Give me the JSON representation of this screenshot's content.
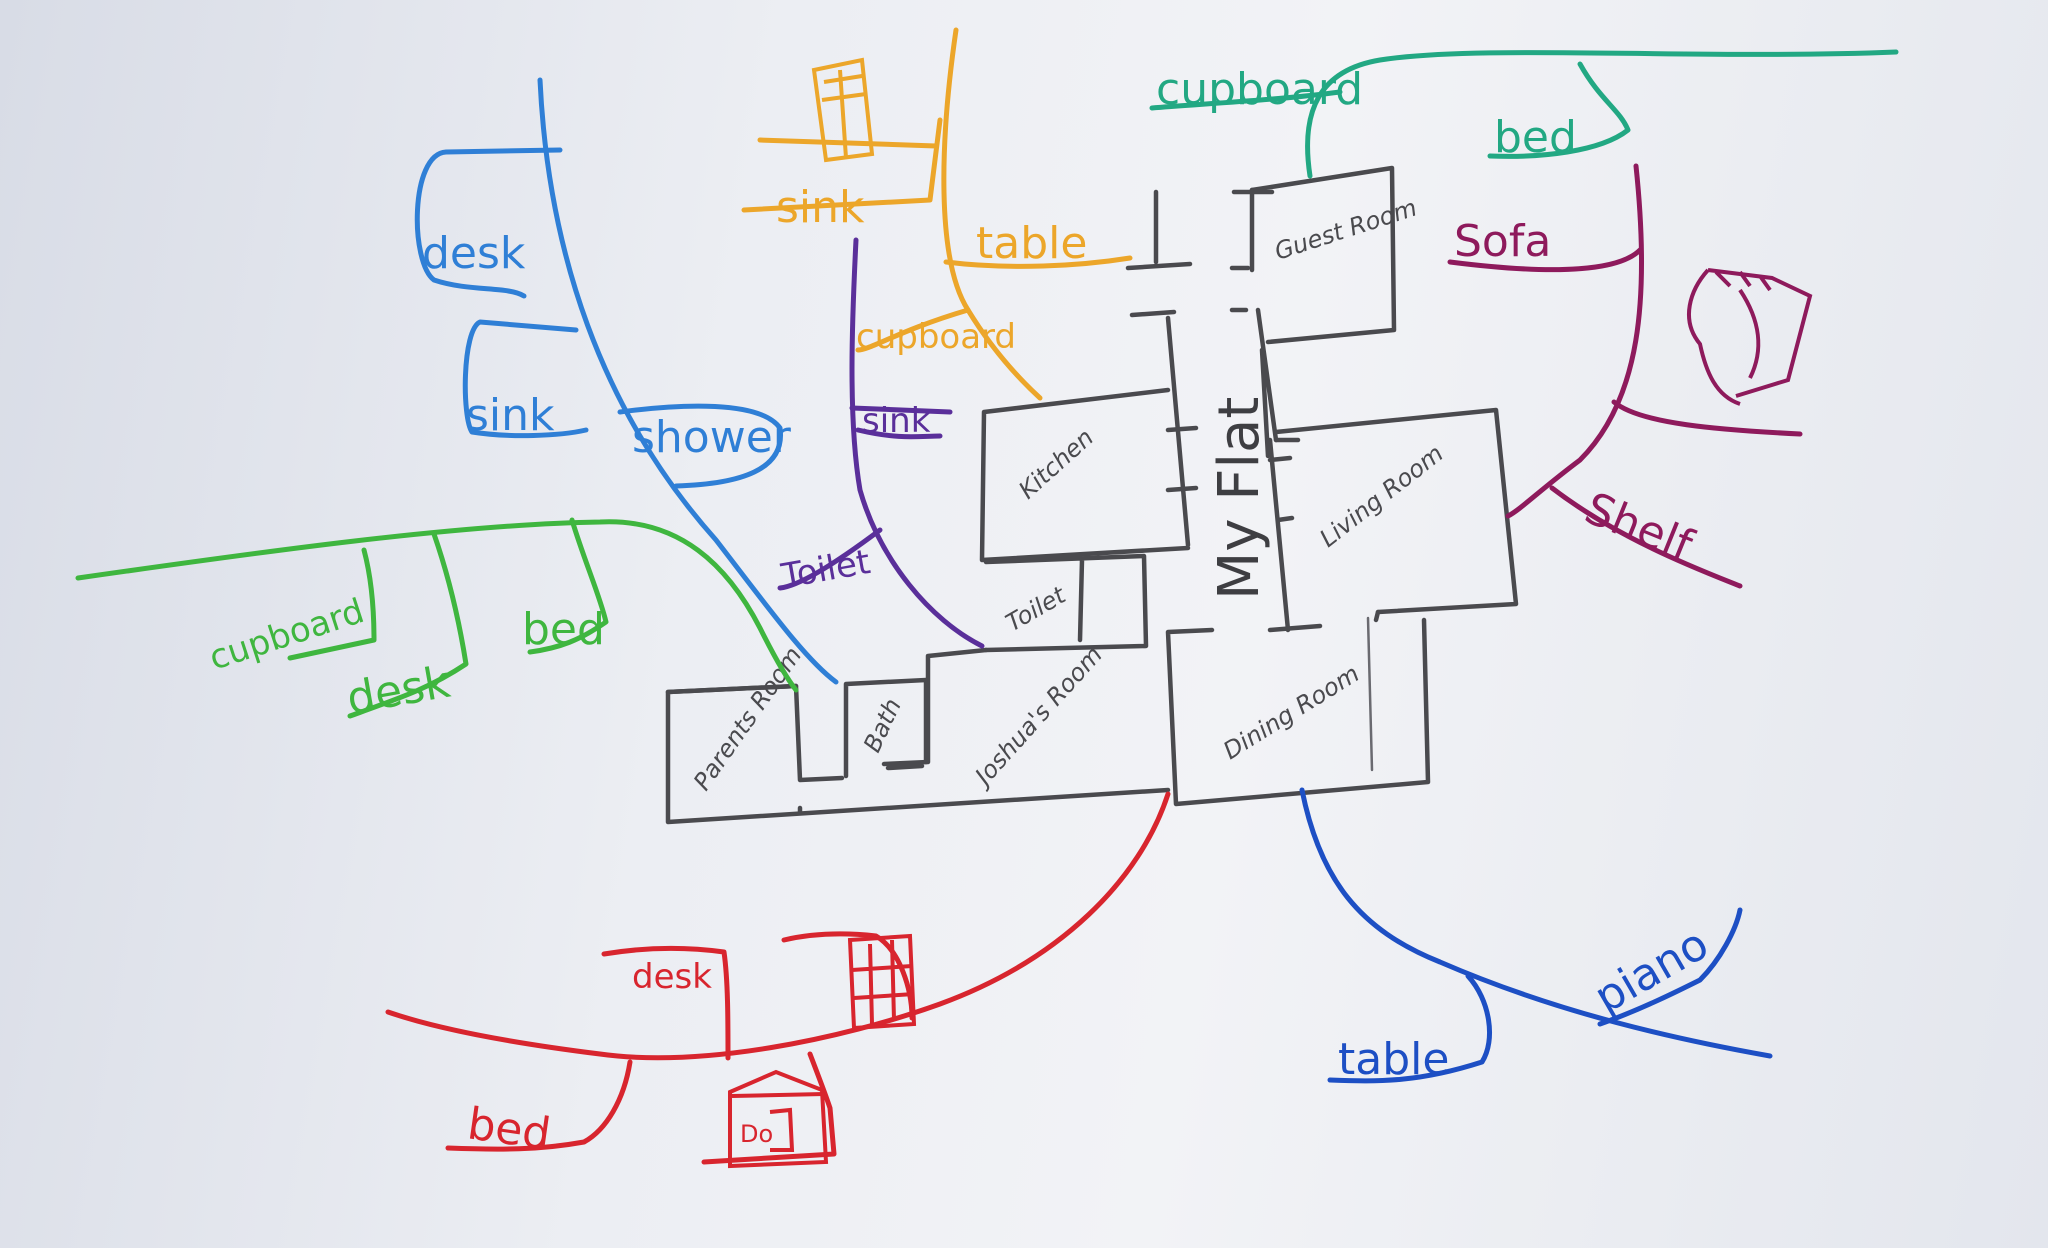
{
  "title": "My Flat",
  "colors": {
    "pencil": "#4a4a4e",
    "blue": "#2f7fd6",
    "orange": "#eca62a",
    "purple": "#5a2f9a",
    "teal": "#22a883",
    "magenta": "#8e1a5c",
    "green": "#3fb63f",
    "red": "#d8252e",
    "navy": "#1d4fc4"
  },
  "rooms": {
    "guest": "Guest Room",
    "kitchen": "Kitchen",
    "living": "Living Room",
    "toilet": "Toilet",
    "dining": "Dining Room",
    "parents": "Parents Room",
    "bath": "Bath",
    "joshua": "Joshua's Room"
  },
  "branches": {
    "bathroom": {
      "color": "#2f7fd6",
      "items": [
        "desk",
        "sink",
        "shower"
      ]
    },
    "kitchen": {
      "color": "#eca62a",
      "items": [
        "sink",
        "table",
        "cupboard"
      ],
      "icons": [
        "cupboard-icon"
      ]
    },
    "toilet": {
      "color": "#5a2f9a",
      "items": [
        "sink",
        "Toilet"
      ]
    },
    "guest": {
      "color": "#22a883",
      "items": [
        "cupboard",
        "bed"
      ]
    },
    "living": {
      "color": "#8e1a5c",
      "items": [
        "Sofa",
        "Shelf"
      ],
      "icons": [
        "lamp-icon"
      ]
    },
    "parents": {
      "color": "#3fb63f",
      "items": [
        "cupboard",
        "desk",
        "bed"
      ]
    },
    "joshua": {
      "color": "#d8252e",
      "items": [
        "desk",
        "bed"
      ],
      "icons": [
        "bookshelf-icon",
        "dollhouse-icon"
      ],
      "dollhouse_label": "Do"
    },
    "dining": {
      "color": "#1d4fc4",
      "items": [
        "piano",
        "table"
      ]
    }
  }
}
